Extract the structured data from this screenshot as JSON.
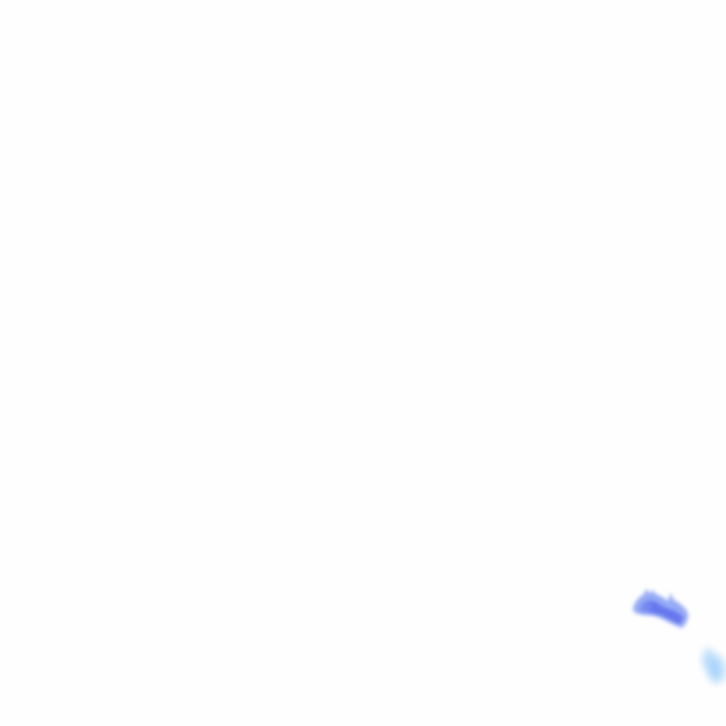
{
  "map": {
    "background_color": "#fefefe",
    "features": [
      {
        "name": "precipitation-cell-main",
        "intensity": "moderate",
        "colors": [
          "#7a8ef2",
          "#6070ee",
          "#5a64e6",
          "#8aa2f4"
        ]
      },
      {
        "name": "precipitation-cell-small",
        "intensity": "light",
        "colors": [
          "#a7d2fb",
          "#bde0fc",
          "#9ecbf8"
        ]
      }
    ]
  }
}
